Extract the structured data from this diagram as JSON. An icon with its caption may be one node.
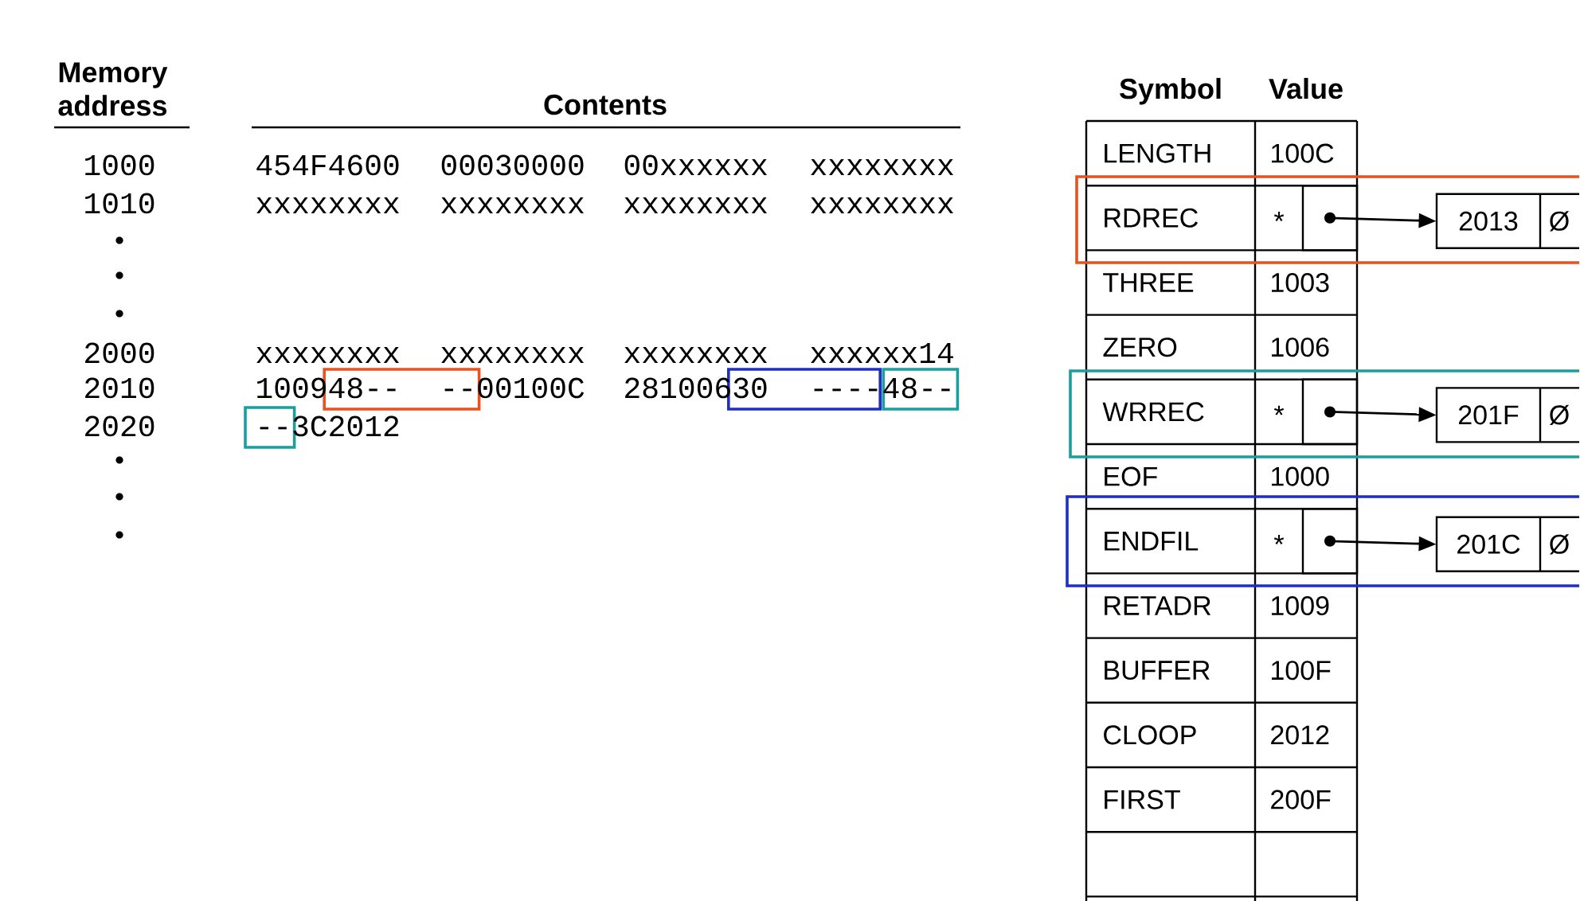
{
  "diagram": {
    "nodes": [
      {
        "text": [],
        "shape": "box",
        "beside": [
          "RDREC",
          "*"
        ]
      },
      {
        "text": [
          "2013",
          "Ø"
        ]
      },
      {
        "text": [],
        "shape": "box",
        "beside": [
          "WRREC",
          "*"
        ]
      },
      {
        "text": [
          "201F",
          "Ø"
        ]
      },
      {
        "text": [],
        "shape": "box",
        "beside": [
          "ENDFIL",
          "*"
        ]
      },
      {
        "text": [
          "201C",
          "Ø"
        ]
      }
    ],
    "edges": [
      {
        "from": 0,
        "to": 1,
        "arrow": "to"
      },
      {
        "from": 2,
        "to": 3,
        "arrow": "to"
      },
      {
        "from": 4,
        "to": 5,
        "arrow": "to"
      }
    ],
    "labels": [
      "Memory address",
      "Contents",
      "Symbol",
      "Value",
      "1000",
      "454F4600",
      "00030000",
      "00xxxxxx",
      "xxxxxxxx",
      "1010",
      "xxxxxxxx",
      "xxxxxxxx",
      "xxxxxxxx",
      "xxxxxxxx",
      "2000",
      "xxxxxxxx",
      "xxxxxxxx",
      "xxxxxxxx",
      "xxxxxx14",
      "2010",
      "100948--",
      "--00100C",
      "28100630",
      "----48--",
      "2020",
      "--3C2012",
      "LENGTH",
      "100C",
      "THREE",
      "1003",
      "ZERO",
      "1006",
      "EOF",
      "1000",
      "RETADR",
      "1009",
      "BUFFER",
      "100F",
      "CLOOP",
      "2012",
      "FIRST",
      "200F"
    ]
  }
}
